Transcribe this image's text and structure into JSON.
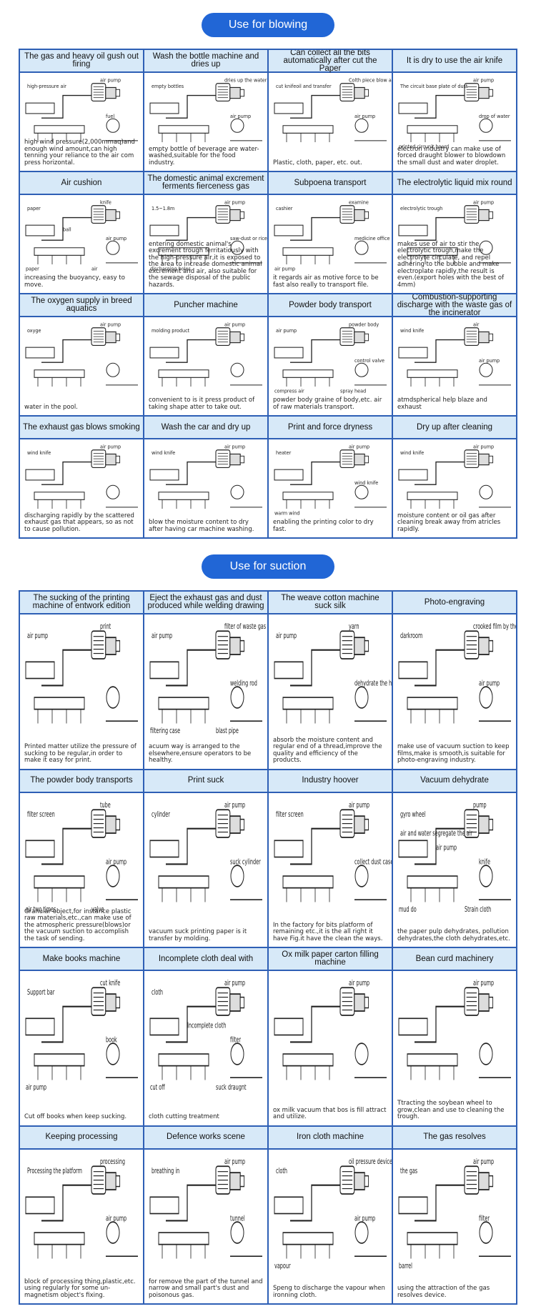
{
  "sections": [
    {
      "title": "Use for blowing",
      "cells": [
        {
          "title": "The gas and heavy oil gush out firing",
          "caption": "high wind pressure(2,000mmaq)and enough wind amount,can high tenning your reliance to the air com press horizontal.",
          "labels": [
            "air pump",
            "high-pressure air",
            "fuel"
          ]
        },
        {
          "title": "Wash the bottle machine and dries up",
          "caption": "empty bottle of beverage are water-washed,suitable for the food industry.",
          "labels": [
            "dries up the water droplet after drops of water",
            "empty bottles",
            "air pump"
          ]
        },
        {
          "title": "Can collect all the bits automatically after cut the Paper",
          "caption": "Plastic, cloth, paper, etc. out.",
          "labels": [
            "Colth piece blow and send off",
            "cut knifeoil and transfer",
            "air pump"
          ]
        },
        {
          "title": "It is dry to use the air knife",
          "caption": "electron industry can make use of forced draught blower to blowdown the small dust and water droplet.",
          "labels": [
            "air pump",
            "The circuit base plate of dust",
            "drop of water",
            "printed circunit board"
          ]
        },
        {
          "title": "Air cushion",
          "caption": "increasing the buoyancy, easy to move.",
          "labels": [
            "knife",
            "paper",
            "air pump",
            "paper",
            "air",
            "ball"
          ]
        },
        {
          "title": "The domestic animal excrement ferments fierceness gas",
          "caption": "entering domestic animal's excrement trough ferritatiously with the high-pressure air,it is exposed to the area to increase domestic animal excrement and air, also suitable for the sewage disposal of the public hazards.",
          "labels": [
            "air pump",
            "1.5~1.8m",
            "saw-dust or rice husk",
            "discharging holes"
          ]
        },
        {
          "title": "Subpoena transport",
          "caption": "it regards air as motive force to be fast also really to transport file.",
          "labels": [
            "examine",
            "cashier",
            "medicine office",
            "air pump"
          ]
        },
        {
          "title": "The electrolytic liquid mix round",
          "caption": "makes use of air to stir the electrolytic trough,make the electrolyte circulate, and repel adhering to the bubble and make electroplate rapidly,the result is even.(export holes with the best of 4mm)",
          "labels": [
            "air pump",
            "electrolytic trough"
          ]
        },
        {
          "title": "The oxygen supply in breed aquatics",
          "caption": "water in the pool.",
          "labels": [
            "air pump",
            "oxyge"
          ]
        },
        {
          "title": "Puncher machine",
          "caption": "convenient to is it press product of taking shape atter to take out.",
          "labels": [
            "air pump",
            "molding product"
          ]
        },
        {
          "title": "Powder body transport",
          "caption": "powder body graine of body,etc. air of raw materials transport.",
          "labels": [
            "powder body",
            "air pump",
            "control valve",
            "compress air",
            "spray head"
          ]
        },
        {
          "title": "Combustion-supporting discharge with the waste gas of the incinerator",
          "caption": "atmdspherical help blaze and exhaust",
          "labels": [
            "air",
            "wind knife",
            "air pump"
          ]
        },
        {
          "title": "The exhaust gas blows smoking",
          "caption": "discharging rapidly by the scattered exhaust gas that appears, so as not to cause pollution.",
          "labels": [
            "air pump",
            "wind knife"
          ]
        },
        {
          "title": "Wash the car and dry up",
          "caption": "blow the moisture content to dry after having car machine washing.",
          "labels": [
            "air pump",
            "wind knife"
          ]
        },
        {
          "title": "Print and force dryness",
          "caption": "enabling the printing color to dry fast.",
          "labels": [
            "air pump",
            "heater",
            "wind knife",
            "warm wind"
          ]
        },
        {
          "title": "Dry up after cleaning",
          "caption": "moisture content or oil gas after cleaning break away from atricles rapidly.",
          "labels": [
            "air pump",
            "wind knife"
          ]
        }
      ]
    },
    {
      "title": "Use for suction",
      "cells": [
        {
          "title": "The sucking of the printing machine of entwork edition",
          "caption": "Printed matter utilize the pressure of sucking to be regular,in order to make it easy for print.",
          "labels": [
            "print",
            "air pump"
          ]
        },
        {
          "title": "Eject the exhaust gas and dust produced while welding drawing",
          "caption": "acuum way is arranged to the elsewhere,ensure operators to be healthy.",
          "labels": [
            "filter of waste gas",
            "air pump",
            "welding rod",
            "filtering case",
            "blast pipe"
          ]
        },
        {
          "title": "The weave cotton machine suck silk",
          "caption": "absorb the moisture content and regular end of a thread,improve the quality and efficiency of the products.",
          "labels": [
            "yarn",
            "air pump",
            "dehydrate the hole"
          ]
        },
        {
          "title": "Photo-engraving",
          "caption": "make use of vacuum suction to keep films,make is smooth,is suitable for photo-engraving industry.",
          "labels": [
            "crooked film by the board",
            "darkroom",
            "air pump"
          ]
        },
        {
          "title": "The powder body transports",
          "caption": "Granular object,for instance plastic raw materials,etc.,can make use of the atmospheric pressure(blows)or the vacuum suction to accomplish the task of sending.",
          "labels": [
            "tube",
            "filter screen",
            "air pump",
            "air two times",
            "valve"
          ]
        },
        {
          "title": "Print suck",
          "caption": "vacuum suck printing paper is it transfer by molding.",
          "labels": [
            "air pump",
            "cylinder",
            "suck cylinder"
          ]
        },
        {
          "title": "Industry hoover",
          "caption": "In the factory for bits platform of remaining etc.,it is the all right it have Fig.it have the clean the ways.",
          "labels": [
            "air pump",
            "filter screen",
            "collect dust case"
          ]
        },
        {
          "title": "Vacuum dehydrate",
          "caption": "the paper pulp dehydrates, pollution dehydrates,the cloth dehydrates,etc.",
          "labels": [
            "pump",
            "gyro wheel",
            "knife",
            "mud do",
            "Strain cloth",
            "air pump",
            "air and water segregate the air"
          ]
        },
        {
          "title": "Make books machine",
          "caption": "Cut off books when keep sucking.",
          "labels": [
            "cut knife",
            "Support bar",
            "book",
            "air pump"
          ]
        },
        {
          "title": "Incomplete cloth deal with",
          "caption": "cloth cutting treatment",
          "labels": [
            "air pump",
            "cloth",
            "filter",
            "cut off",
            "suck draugnt",
            "Incomplete cloth"
          ]
        },
        {
          "title": "Ox milk paper carton filling machine",
          "caption": "ox milk vacuum that bos is fill attract and utilize.",
          "labels": [
            "air pump"
          ]
        },
        {
          "title": "Bean curd machinery",
          "caption": "Ttracting the soybean wheel to grow,clean and use to cleaning the trough.",
          "labels": [
            "air pump"
          ]
        },
        {
          "title": "Keeping processing",
          "caption": "block of processing thing,plastic,etc. using regularly for some un-magnetism object's fixing.",
          "labels": [
            "processing",
            "Processing the platform",
            "air pump"
          ]
        },
        {
          "title": "Defence works scene",
          "caption": "for remove the part of the tunnel and narrow and small part's dust and poisonous gas.",
          "labels": [
            "air pump",
            "breathing in",
            "tunnel"
          ]
        },
        {
          "title": "Iron cloth machine",
          "caption": "Speng to discharge the vapour when ironning cloth.",
          "labels": [
            "oil pressure device",
            "cloth",
            "air pump",
            "vapour"
          ]
        },
        {
          "title": "The gas resolves",
          "caption": "using the attraction of the gas resolves device.",
          "labels": [
            "air pump",
            "the gas",
            "filter",
            "barrel"
          ]
        }
      ]
    }
  ]
}
